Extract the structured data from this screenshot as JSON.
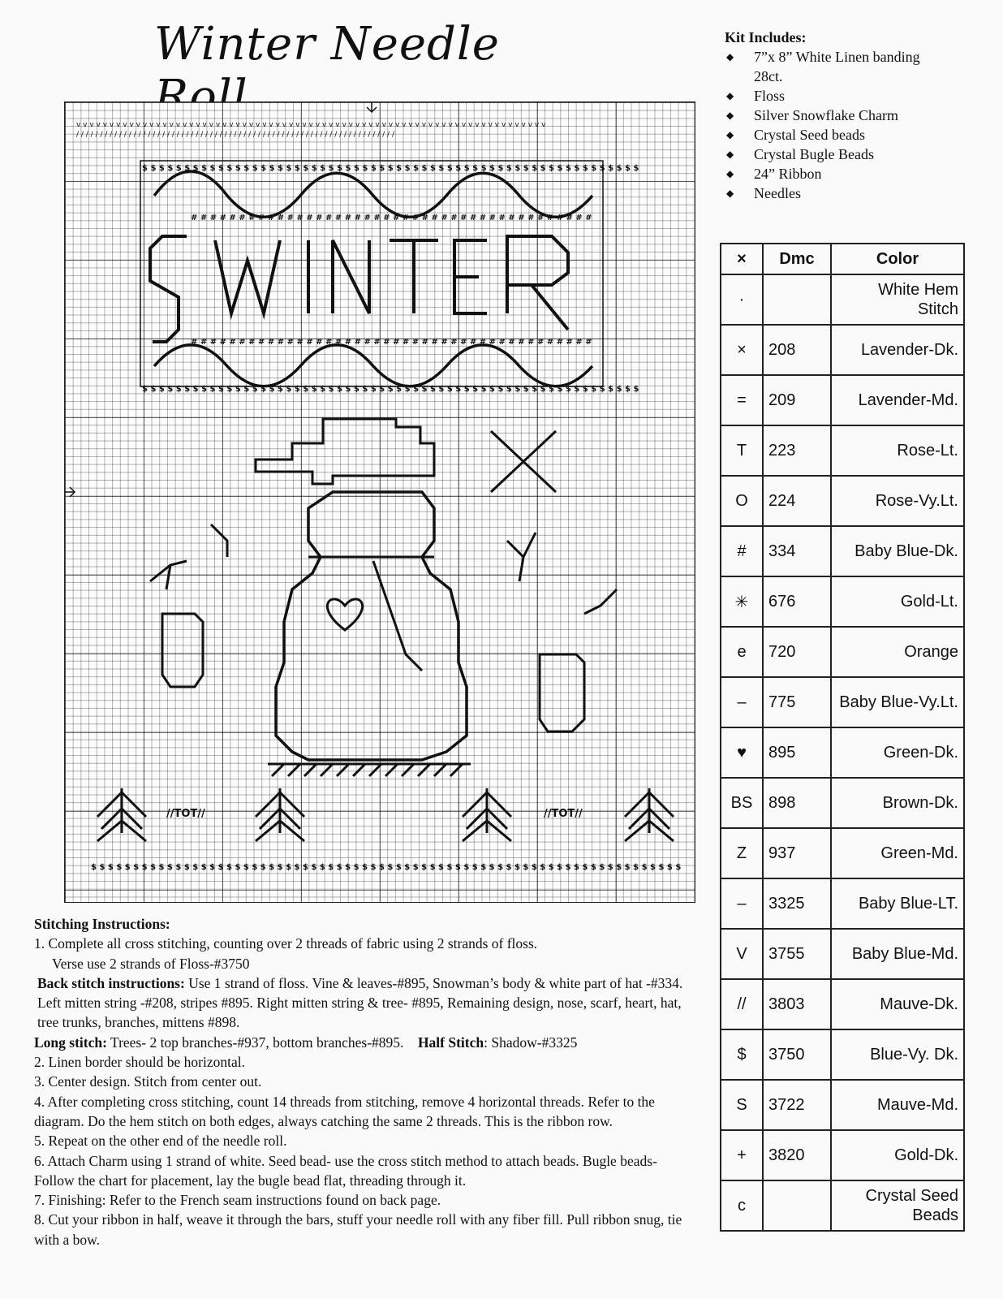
{
  "title": "Winter Needle Roll",
  "kit": {
    "heading": "Kit Includes:",
    "items": [
      "7”x 8” White Linen banding",
      "28ct.",
      "Floss",
      "Silver Snowflake  Charm",
      "Crystal Seed beads",
      "Crystal Bugle Beads",
      "24” Ribbon",
      "Needles"
    ]
  },
  "chart": {
    "word_letters": [
      "S",
      "W",
      "I",
      "N",
      "T",
      "E",
      "R"
    ],
    "colors": {
      "line": "#111111",
      "grid": "#555555"
    }
  },
  "key": {
    "headers": [
      "×",
      "Dmc",
      "Color"
    ],
    "rows": [
      {
        "sym": "·",
        "dmc": "",
        "color": "White Hem Stitch"
      },
      {
        "sym": "×",
        "dmc": "208",
        "color": "Lavender-Dk."
      },
      {
        "sym": "=",
        "dmc": "209",
        "color": "Lavender-Md."
      },
      {
        "sym": "T",
        "dmc": "223",
        "color": "Rose-Lt."
      },
      {
        "sym": "O",
        "dmc": "224",
        "color": "Rose-Vy.Lt."
      },
      {
        "sym": "#",
        "dmc": "334",
        "color": "Baby Blue-Dk."
      },
      {
        "sym": "✳",
        "dmc": "676",
        "color": "Gold-Lt."
      },
      {
        "sym": "e",
        "dmc": "720",
        "color": "Orange"
      },
      {
        "sym": "–",
        "dmc": "775",
        "color": "Baby Blue-Vy.Lt."
      },
      {
        "sym": "♥",
        "dmc": "895",
        "color": "Green-Dk."
      },
      {
        "sym": "BS",
        "dmc": "898",
        "color": "Brown-Dk."
      },
      {
        "sym": "Z",
        "dmc": "937",
        "color": "Green-Md."
      },
      {
        "sym": "–",
        "dmc": "3325",
        "color": "Baby Blue-LT."
      },
      {
        "sym": "V",
        "dmc": "3755",
        "color": "Baby Blue-Md."
      },
      {
        "sym": "//",
        "dmc": "3803",
        "color": "Mauve-Dk."
      },
      {
        "sym": "$",
        "dmc": "3750",
        "color": "Blue-Vy. Dk."
      },
      {
        "sym": "S",
        "dmc": "3722",
        "color": "Mauve-Md."
      },
      {
        "sym": "+",
        "dmc": "3820",
        "color": "Gold-Dk."
      },
      {
        "sym": "c",
        "dmc": "",
        "color": "Crystal Seed Beads"
      }
    ]
  },
  "instructions": {
    "heading": "Stitching Instructions:",
    "s1": "1. Complete all cross stitching,  counting over 2 threads of fabric using 2 strands of floss.",
    "s1b": "Verse use 2 strands of Floss-#3750",
    "back_label": "Back stitch instructions:",
    "back_text": " Use 1 strand of floss. Vine & leaves-#895, Snowman’s body & white part of hat  -#334. Left mitten string -#208, stripes #895.  Right mitten string & tree- #895, Remaining design, nose, scarf,  heart, hat, tree trunks, branches, mittens #898.",
    "long_label": "Long stitch:",
    "long_text": " Trees- 2 top branches-#937, bottom branches-#895.",
    "half_label": "Half Stitch",
    "half_text": ": Shadow-#3325",
    "s2": "2. Linen border should be horizontal.",
    "s3": "3. Center design. Stitch from center out.",
    "s4": "4. After completing cross stitching, count 14 threads from stitching, remove 4 horizontal threads. Refer to the diagram. Do the hem stitch on both edges, always catching the same 2 threads. This is the ribbon row.",
    "s5": "5. Repeat on the other end of the needle roll.",
    "s6": "6. Attach Charm using 1 strand of  white. Seed bead- use the cross stitch method to attach beads. Bugle beads- Follow the chart for placement, lay the bugle bead flat, threading through it.",
    "s7": "7. Finishing: Refer to the French seam instructions found on back page.",
    "s8": "8. Cut your ribbon in half, weave it through the bars, stuff your needle roll with any fiber fill.  Pull ribbon snug, tie with a bow."
  }
}
